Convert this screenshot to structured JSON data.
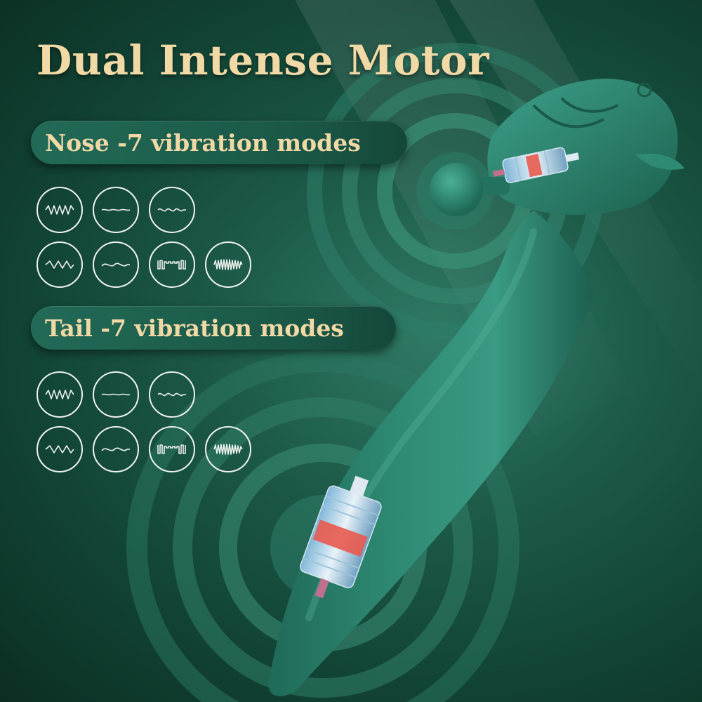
{
  "title": "Dual Intense Motor",
  "nose": {
    "label": "Nose -7 vibration modes",
    "modes": [
      "zigzag-dense-icon",
      "wave-low-icon",
      "wave-medium-icon",
      "zigzag-sparse-icon",
      "wave-soft-icon",
      "pulse-square-icon",
      "burst-dense-icon"
    ]
  },
  "tail": {
    "label": "Tail -7 vibration modes",
    "modes": [
      "zigzag-dense-icon",
      "wave-low-icon",
      "wave-medium-icon",
      "zigzag-sparse-icon",
      "wave-soft-icon",
      "pulse-square-icon",
      "burst-dense-icon"
    ]
  },
  "colors": {
    "background": "#124536",
    "accent_text": "#f1d9a6",
    "device": "#2a8470",
    "pill": "#1f604f"
  }
}
